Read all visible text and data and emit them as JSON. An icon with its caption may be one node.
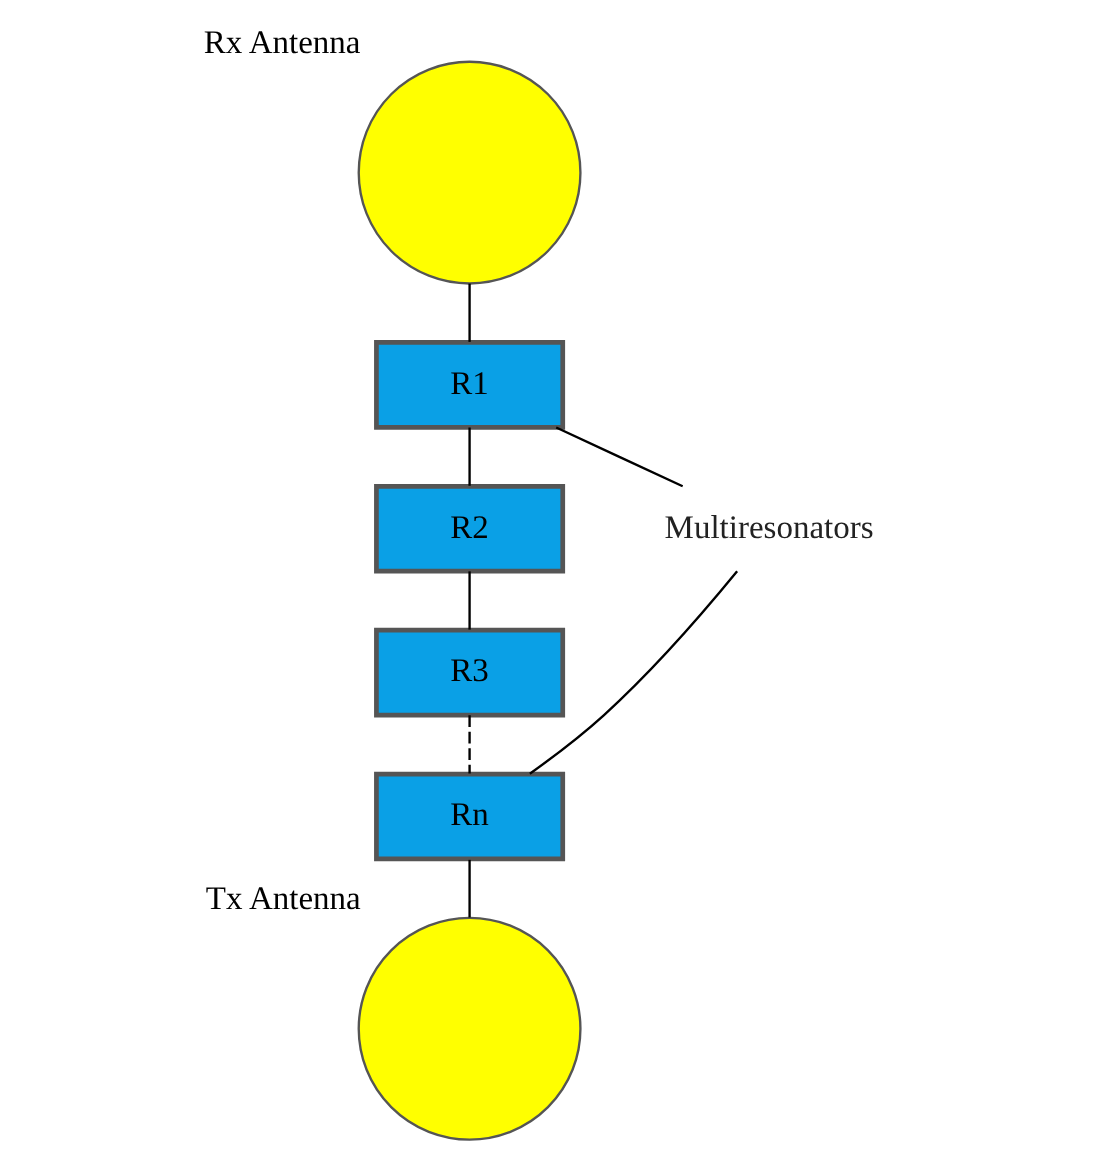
{
  "diagram": {
    "nodes": [
      {
        "text": [],
        "shape": "circle",
        "beside": [
          "Rx Antenna"
        ]
      },
      {
        "text": [
          "R1"
        ]
      },
      {
        "text": [
          "R2"
        ]
      },
      {
        "text": [
          "R3"
        ]
      },
      {
        "text": [
          "Rn"
        ]
      },
      {
        "text": [],
        "shape": "circle",
        "beside": [
          "Tx Antenna"
        ]
      },
      {
        "text": [
          "Multiresonators"
        ]
      }
    ],
    "edges": [
      {
        "from": 0,
        "to": 1,
        "arrow": "none"
      },
      {
        "from": 1,
        "to": 2,
        "arrow": "none"
      },
      {
        "from": 2,
        "to": 3,
        "arrow": "none"
      },
      {
        "from": 3,
        "to": 4,
        "arrow": "none",
        "style": "dashed"
      },
      {
        "from": 4,
        "to": 5,
        "arrow": "none"
      },
      {
        "from": 6,
        "to": 1,
        "arrow": "none"
      },
      {
        "from": 6,
        "to": 4,
        "arrow": "none"
      }
    ]
  }
}
